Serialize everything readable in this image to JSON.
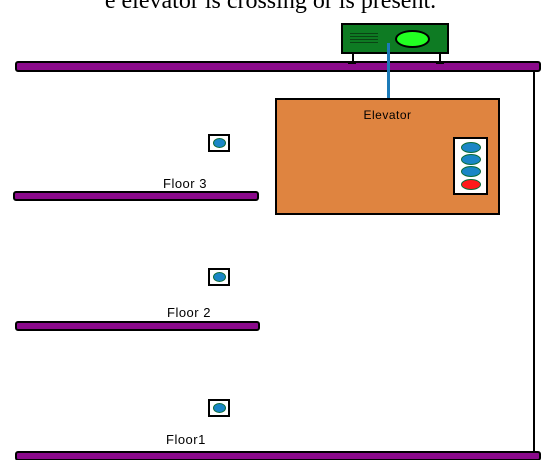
{
  "caption": "e elevator is crossing or is present.",
  "cabin": {
    "label": "Elevator"
  },
  "floors": [
    {
      "label": "Floor 3"
    },
    {
      "label": "Floor 2"
    },
    {
      "label": "Floor1"
    }
  ],
  "colors": {
    "beam": "#8b0a8b",
    "cabin": "#df8440",
    "motor_body": "#0e7b23",
    "motor_drum": "#22ff22",
    "cable": "#1b7ab8",
    "button_idle": "#1a86c6",
    "button_active": "#ff1a1a"
  },
  "cabin_panel": {
    "buttons": [
      "idle",
      "idle",
      "idle",
      "active"
    ]
  }
}
